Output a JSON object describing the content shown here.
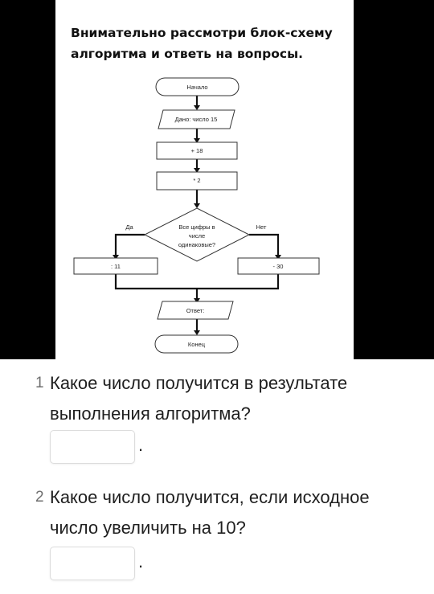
{
  "intro": {
    "text": "Внимательно рассмотри блок-схему алгоритма и ответь на вопросы."
  },
  "flowchart": {
    "start": "Начало",
    "given": "Дано: число 15",
    "op1": "+ 18",
    "op2": "* 2",
    "condition_line1": "Все цифры в",
    "condition_line2": "числе",
    "condition_line3": "одинаковые?",
    "yes_label": "Да",
    "no_label": "Нет",
    "yes_op": ": 11",
    "no_op": "- 30",
    "output": "Ответ:",
    "end": "Конец"
  },
  "questions": [
    {
      "number": "1",
      "text": "Какое число получится в результате выполнения алгоритма?",
      "answer": "",
      "suffix": "."
    },
    {
      "number": "2",
      "text": "Какое число получится, если исходное число увеличить на 10?",
      "answer": "",
      "suffix": "."
    }
  ]
}
